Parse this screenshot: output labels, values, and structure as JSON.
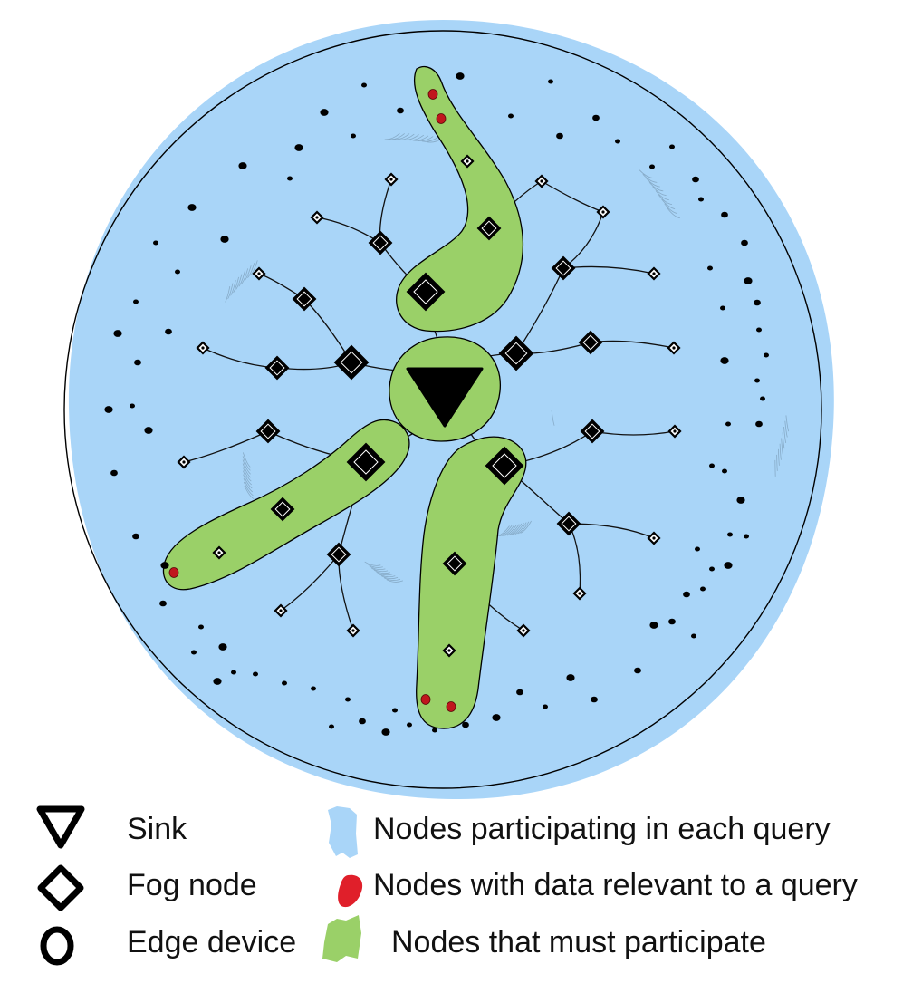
{
  "colors": {
    "participating": "#a9d5f8",
    "must_participate": "#9ad068",
    "relevant_data": "#c0161d",
    "ink": "#000000"
  },
  "legend": {
    "sink": "Sink",
    "fog_node": "Fog node",
    "edge_device": "Edge device",
    "participating": "Nodes participating in each query",
    "relevant": "Nodes with data relevant to a query",
    "must": "Nodes that must participate"
  }
}
